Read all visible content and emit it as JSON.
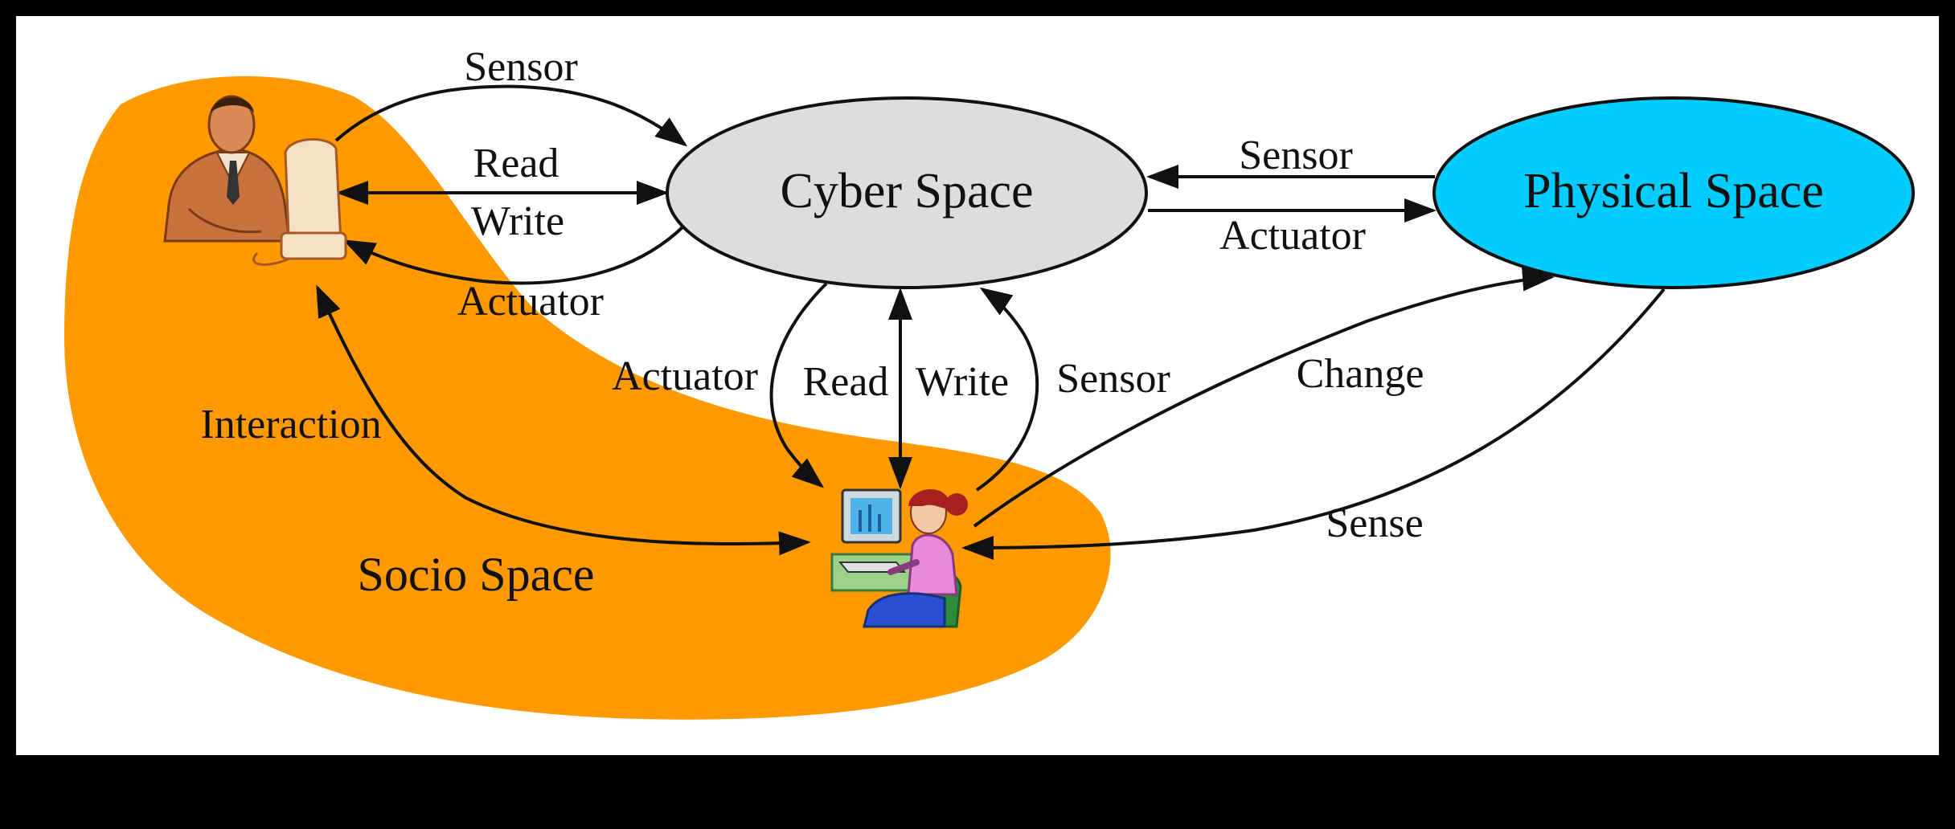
{
  "nodes": {
    "cyber": "Cyber Space",
    "physical": "Physical Space",
    "socio": "Socio Space"
  },
  "edges": {
    "man_sensor": "Sensor",
    "man_read": "Read",
    "man_write": "Write",
    "man_actuator": "Actuator",
    "phys_sensor": "Sensor",
    "phys_actuator": "Actuator",
    "woman_actuator": "Actuator",
    "woman_read": "Read",
    "woman_write": "Write",
    "woman_sensor": "Sensor",
    "change": "Change",
    "sense": "Sense",
    "interaction": "Interaction"
  },
  "colors": {
    "frame": "#000000",
    "canvas": "#ffffff",
    "socio_fill": "#ff9900",
    "cyber_fill": "#dddddd",
    "physical_fill": "#00ccff",
    "stroke": "#111111"
  },
  "icons": {
    "man": "businessman-at-computer-icon",
    "woman": "woman-at-computer-icon"
  }
}
